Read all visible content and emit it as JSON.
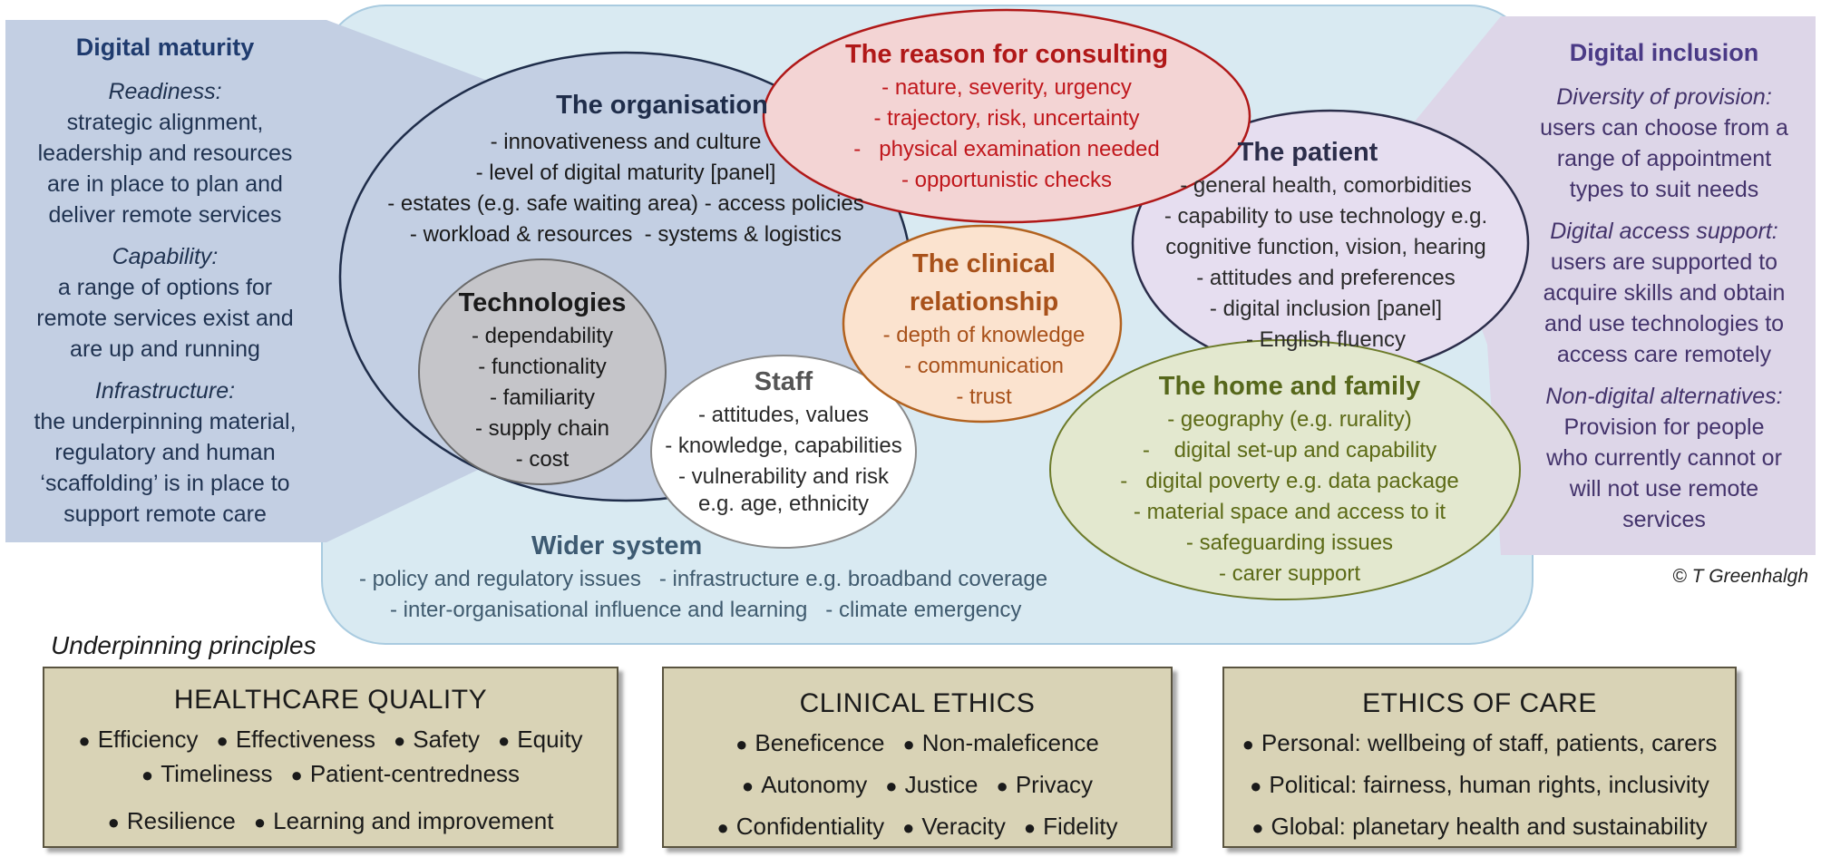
{
  "digital_maturity": {
    "heading": "Digital maturity",
    "sections": [
      {
        "sub": "Readiness:",
        "lines": [
          "strategic alignment,",
          "leadership and resources",
          "are in place to plan and",
          "deliver remote services"
        ]
      },
      {
        "sub": "Capability:",
        "lines": [
          "a range of options for",
          "remote services exist and",
          "are up and running"
        ]
      },
      {
        "sub": "Infrastructure:",
        "lines": [
          "the underpinning material,",
          "regulatory and human",
          "‘scaffolding’ is in place to",
          "support remote care"
        ]
      }
    ]
  },
  "digital_inclusion": {
    "heading": "Digital inclusion",
    "sections": [
      {
        "sub": "Diversity of provision:",
        "lines": [
          "users can choose from a",
          "range of appointment",
          "types to suit needs"
        ]
      },
      {
        "sub": "Digital access support:",
        "lines": [
          "users are supported to",
          "acquire skills and obtain",
          "and use technologies to",
          "access care remotely"
        ]
      },
      {
        "sub": "Non-digital alternatives:",
        "lines": [
          "Provision for people",
          "who currently cannot or",
          "will not use remote",
          "services"
        ]
      }
    ]
  },
  "organisation": {
    "title": "The organisation",
    "items": [
      "- innovativeness and culture",
      "- level of digital maturity [panel]",
      "- estates (e.g. safe waiting area) - access policies",
      "- workload & resources  - systems & logistics"
    ]
  },
  "technologies": {
    "title": "Technologies",
    "items": [
      "- dependability",
      "- functionality",
      "- familiarity",
      "- supply chain",
      "- cost"
    ]
  },
  "staff": {
    "title": "Staff",
    "items": [
      "- attitudes, values",
      "- knowledge, capabilities",
      "- vulnerability and risk",
      "e.g. age, ethnicity"
    ]
  },
  "reason": {
    "title": "The reason for consulting",
    "items": [
      "- nature, severity, urgency",
      "- trajectory, risk, uncertainty",
      "-   physical examination needed",
      "- opportunistic checks"
    ]
  },
  "clinical": {
    "title_lines": [
      "The clinical",
      "relationship"
    ],
    "items": [
      "- depth of knowledge",
      "- communication",
      "- trust"
    ]
  },
  "patient": {
    "title": "The patient",
    "items": [
      "- general health, comorbidities",
      "- capability to use technology e.g.",
      "cognitive function, vision, hearing",
      "- attitudes and preferences",
      "- digital inclusion [panel]",
      "- English fluency"
    ]
  },
  "home": {
    "title": "The home and family",
    "items": [
      "- geography (e.g. rurality)",
      "-    digital set-up and capability",
      "-   digital poverty e.g. data package",
      "- material space and access to it",
      "- safeguarding issues",
      "- carer support"
    ]
  },
  "wider": {
    "title": "Wider system",
    "items": [
      "- policy and regulatory issues   - infrastructure e.g. broadband coverage",
      "- inter-organisational influence and learning   - climate emergency"
    ]
  },
  "copyright": "© T Greenhalgh",
  "principles_label": "Underpinning principles",
  "principles": [
    {
      "title": "HEALTHCARE QUALITY",
      "rows": [
        [
          "Efficiency",
          "Effectiveness",
          "Safety",
          "Equity"
        ],
        [
          "Timeliness",
          "Patient-centredness"
        ],
        [
          "Resilience",
          "Learning and improvement"
        ]
      ]
    },
    {
      "title": "CLINICAL ETHICS",
      "rows": [
        [
          "Beneficence",
          "Non-maleficence"
        ],
        [
          "Autonomy",
          "Justice",
          "Privacy"
        ],
        [
          "Confidentiality",
          "Veracity",
          "Fidelity"
        ]
      ]
    },
    {
      "title": "ETHICS OF CARE",
      "rows": [
        [
          "Personal: wellbeing of staff, patients, carers"
        ],
        [
          "Political: fairness, human rights, inclusivity"
        ],
        [
          "Global: planetary health and sustainability"
        ]
      ]
    }
  ],
  "colors": {
    "left_panel": "#c3cfe3",
    "right_panel": "#ddd6e8",
    "wider_bg": "#d9eaf2",
    "organisation": "#c3cfe3",
    "technologies": "#c5c5c9",
    "reason": "#f3d4d4",
    "clinical": "#fbe3cf",
    "patient": "#e6def0",
    "home": "#e3e8cf",
    "principle_box": "#d9d3b6"
  }
}
